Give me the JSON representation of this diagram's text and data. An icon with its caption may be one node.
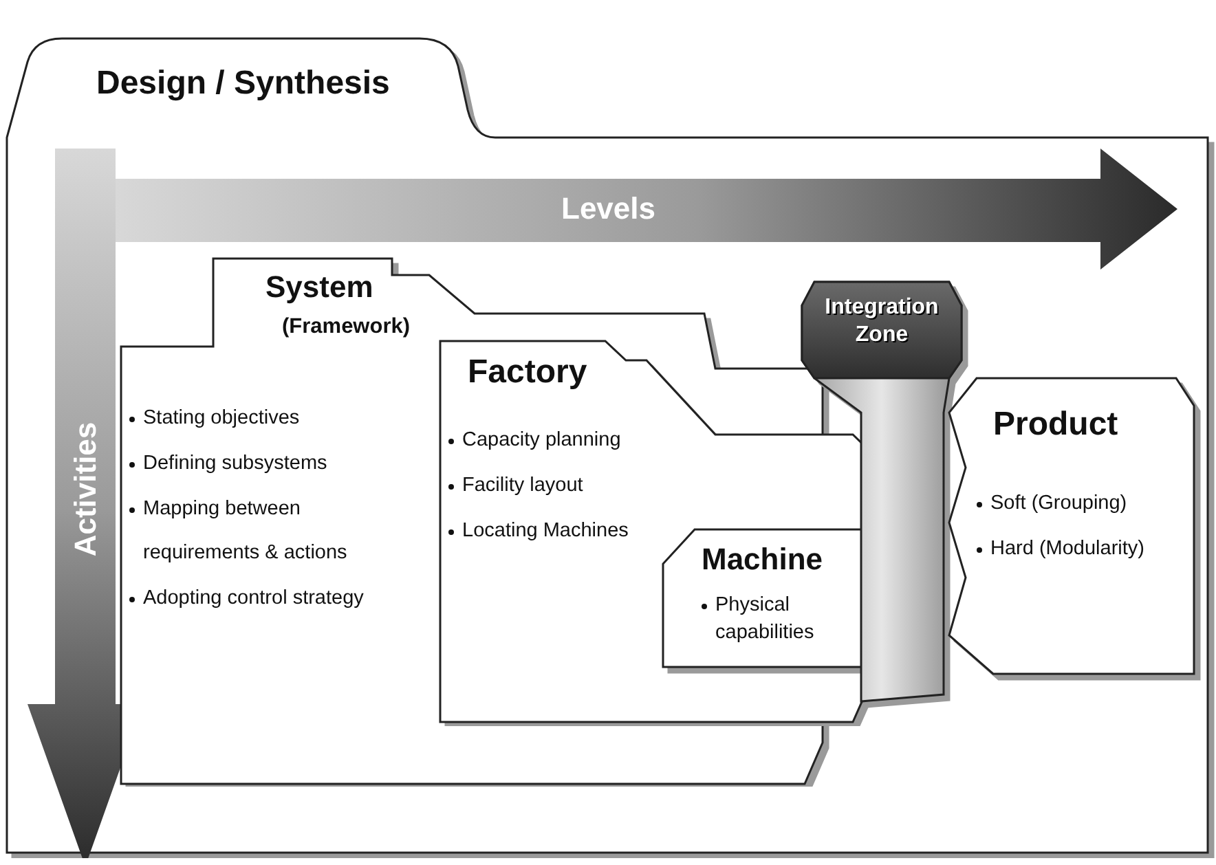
{
  "diagram": {
    "nodes": [
      {
        "text": [
          "Design / Synthesis"
        ]
      },
      {
        "text": [
          "System",
          "(Framework)",
          "Stating objectives",
          "Defining subsystems",
          "Mapping between requirements & actions",
          "Adopting control strategy"
        ],
        "in": 0
      },
      {
        "text": [
          "Factory",
          "Capacity planning",
          "Facility layout",
          "Locating Machines"
        ],
        "in": 0
      },
      {
        "text": [
          "Machine",
          "Physical capabilities"
        ],
        "in": 2
      },
      {
        "text": [
          "Integration Zone"
        ],
        "in": 0
      },
      {
        "text": [
          "Product",
          "Soft (Grouping)",
          "Hard (Modularity)"
        ],
        "in": 0
      }
    ],
    "labels": [
      "Levels",
      "Activities"
    ]
  }
}
